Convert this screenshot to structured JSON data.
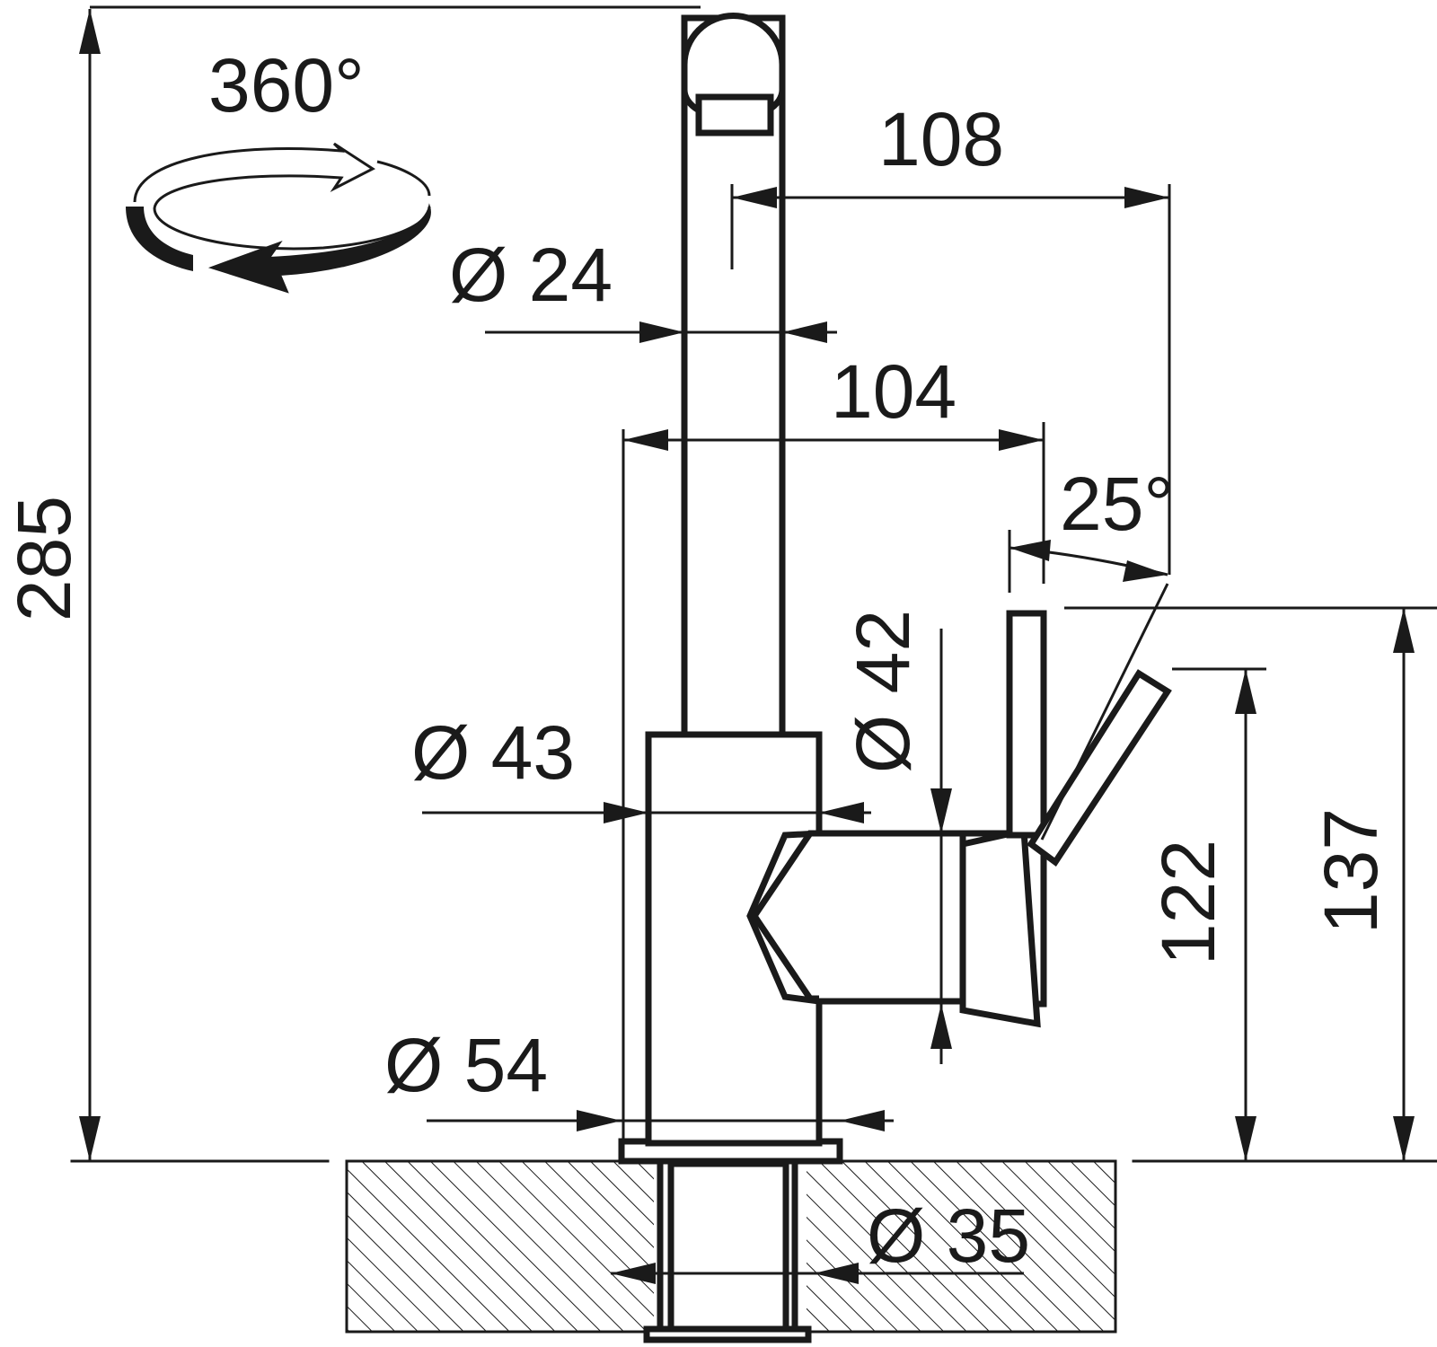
{
  "dimensions": {
    "total_height": "285",
    "rotation": "360°",
    "spout_reach": "108",
    "spout_diameter": "Ø 24",
    "body_reach": "104",
    "lever_angle": "25°",
    "handle_diameter": "Ø 42",
    "body_diameter": "Ø 43",
    "lever_height": "137",
    "lever_height_lower": "122",
    "base_diameter": "Ø 54",
    "mounting_hole": "Ø 35"
  },
  "colors": {
    "line": "#1a1a1a",
    "background": "#ffffff"
  }
}
